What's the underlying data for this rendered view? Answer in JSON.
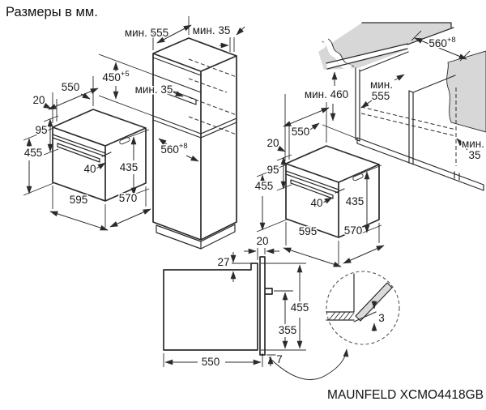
{
  "title": "Размеры в мм.",
  "model": "MAUNFELD XCMO4418GB",
  "colors": {
    "line": "#2b2b2b",
    "fill_gray": "#d7d7d7",
    "background": "#ffffff"
  },
  "left_oven": {
    "depth": "550",
    "door_offset": "20",
    "panel_height": "95",
    "height": "455",
    "handle_depth": "40",
    "body_height": "435",
    "width": "595",
    "body_width": "570"
  },
  "right_oven": {
    "depth": "550",
    "door_offset": "20",
    "panel_height": "95",
    "height": "455",
    "handle_depth": "40",
    "body_height": "435",
    "width": "595",
    "body_width": "570"
  },
  "tall_cabinet": {
    "min_depth": "мин. 555",
    "min_top_gap": "мин. 35",
    "niche_height": "450",
    "niche_height_tol": "+5",
    "vent_gap": "мин. 35",
    "niche_width": "560",
    "niche_width_tol": "+8"
  },
  "counter_niche": {
    "niche_width": "560",
    "niche_width_tol": "+8",
    "min_depth_line1": "мин.",
    "min_depth_line2": "555",
    "min_height": "мин. 460",
    "min_back_gap_line1": "мин.",
    "min_back_gap_line2": "35"
  },
  "section_view": {
    "door_offset": "20",
    "top_inset": "27",
    "height": "455",
    "handle_height": "355",
    "bottom_gap": "7",
    "depth": "550"
  },
  "door_detail": {
    "gap": "3"
  }
}
